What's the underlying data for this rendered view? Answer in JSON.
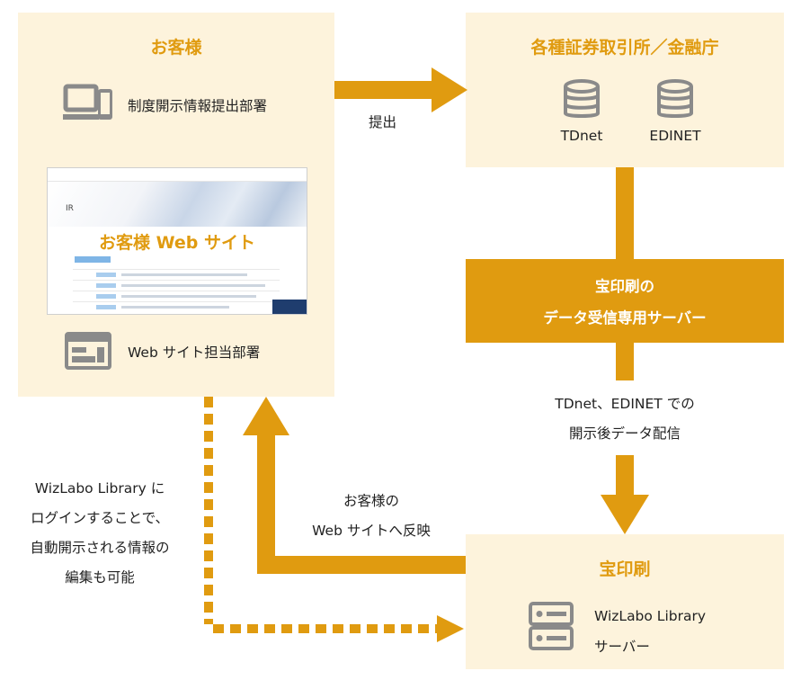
{
  "customer": {
    "title": "お客様",
    "disclosure_dept": "制度開示情報提出部署",
    "website_label": "お客様 Web サイト",
    "website_ir": "IR",
    "web_dept": "Web サイト担当部署"
  },
  "exchange": {
    "title": "各種証券取引所／金融庁",
    "systems": [
      "TDnet",
      "EDINET"
    ]
  },
  "print_server": {
    "line1": "宝印刷の",
    "line2": "データ受信専用サーバー"
  },
  "takara": {
    "title": "宝印刷",
    "server_line1": "WizLabo Library",
    "server_line2": "サーバー"
  },
  "flows": {
    "submit": "提出",
    "delivery_line1": "TDnet、EDINET での",
    "delivery_line2": "開示後データ配信",
    "reflect_line1": "お客様の",
    "reflect_line2": "Web サイトへ反映",
    "login_lines": [
      "WizLabo Library に",
      "ログインすることで、",
      "自動開示される情報の",
      "編集も可能"
    ]
  },
  "colors": {
    "accent": "#e09b10",
    "panel": "#fdf3dc",
    "icon": "#8a8a8a"
  }
}
